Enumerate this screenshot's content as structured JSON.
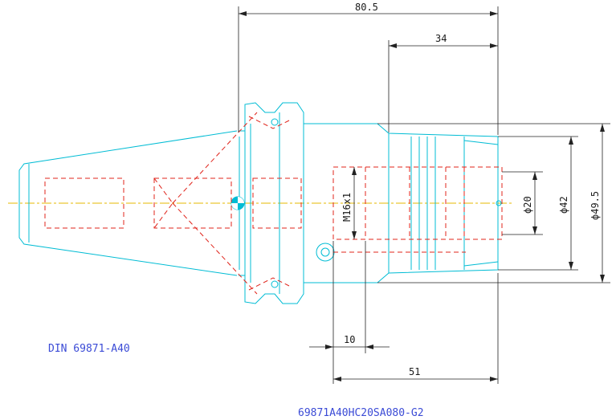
{
  "dimensions": {
    "overall_length": "80.5",
    "nose_length": "34",
    "thread": "M16x1",
    "bore_dia": "ϕ20",
    "nose_dia": "ϕ42",
    "max_dia": "ϕ49.5",
    "gauge_offset": "10",
    "body_length": "51"
  },
  "labels": {
    "standard": "DIN 69871-A40",
    "part_number": "69871A40HC20SA080-G2"
  },
  "colors": {
    "outline": "#00bcd4",
    "hidden": "#e0241b",
    "centerline": "#e6b800",
    "dimension": "#222222",
    "label": "#3b4bd6"
  }
}
